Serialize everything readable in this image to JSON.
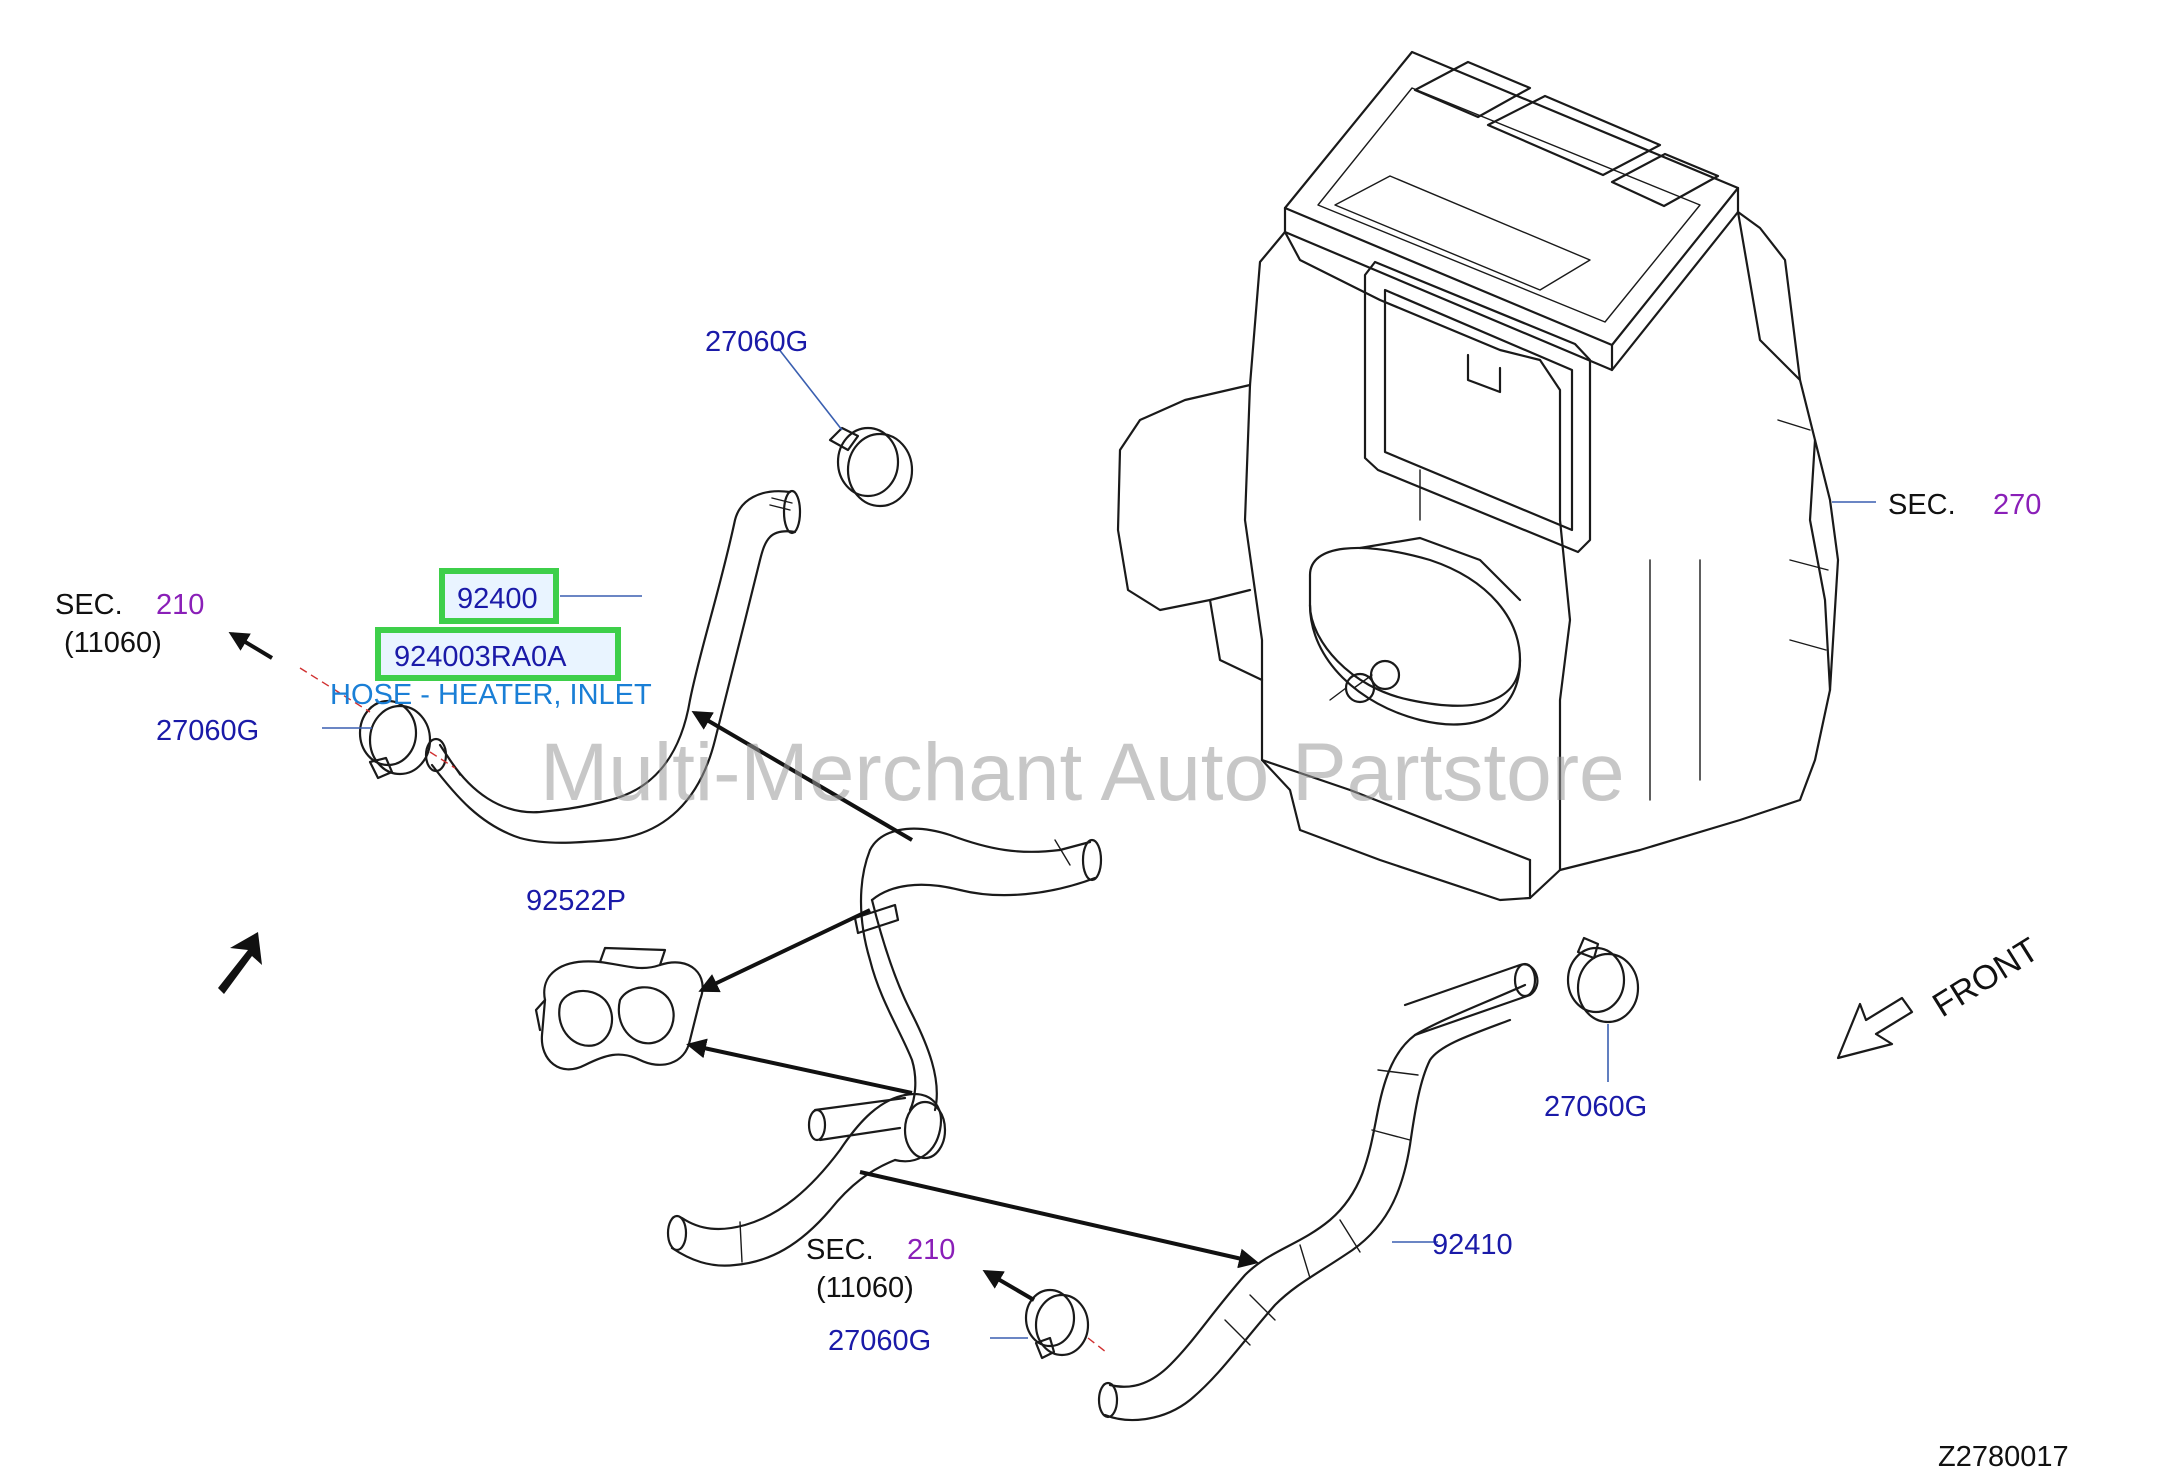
{
  "watermark": "Multi-Merchant Auto Partstore",
  "diagram_code": "Z2780017",
  "front_label": "FRONT",
  "parts": {
    "hose_inlet_number": "92400",
    "hose_inlet_part": "924003RA0A",
    "hose_inlet_desc": "HOSE - HEATER, INLET",
    "hose_outlet_number": "92410",
    "grommet_number": "92522P",
    "clamp_top": "27060G",
    "clamp_left": "27060G",
    "clamp_right": "27060G",
    "clamp_bottom": "27060G"
  },
  "sections": {
    "left": {
      "sec": "SEC.",
      "num": "210",
      "sub": "(11060)"
    },
    "bottom": {
      "sec": "SEC.",
      "num": "210",
      "sub": "(11060)"
    },
    "heater_unit": {
      "sec": "SEC.",
      "num": "270"
    }
  },
  "highlight_color": "#3ecf4a"
}
